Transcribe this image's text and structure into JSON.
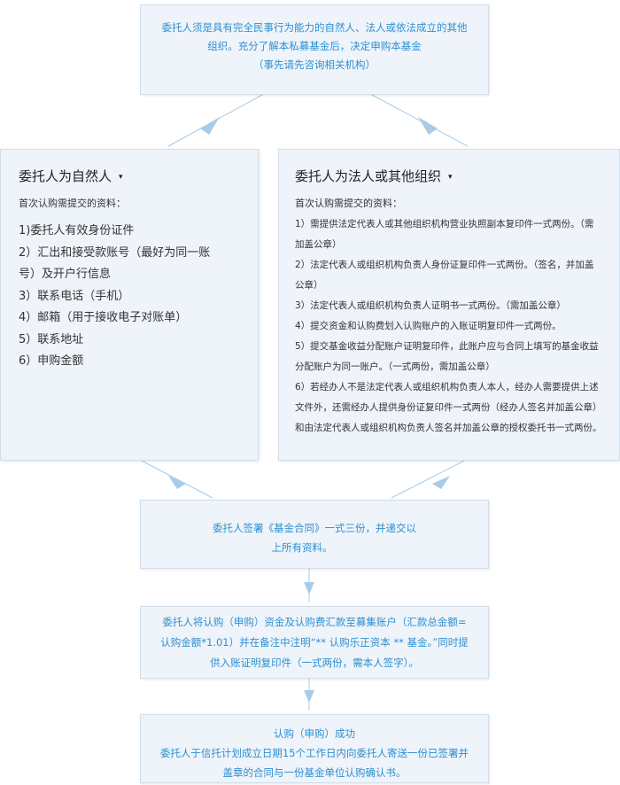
{
  "top_box": {
    "lines": [
      "委托人须是具有完全民事行为能力的自然人、法人或依法成立的其他",
      "组织。充分了解本私募基金后，决定申购本基金",
      "（事先请先咨询相关机构）"
    ]
  },
  "natural_person": {
    "title": "委托人为自然人",
    "caret": "▾",
    "intro": "首次认购需提交的资料：",
    "items": [
      "1)委托人有效身份证件",
      "2）汇出和接受款账号（最好为同一账",
      "号）及开户行信息",
      "3）联系电话（手机）",
      "4）邮箱（用于接收电子对账单）",
      "5）联系地址",
      "6）申购金额"
    ]
  },
  "legal_entity": {
    "title": "委托人为法人或其他组织",
    "caret": "▾",
    "intro": "首次认购需提交的资料：",
    "items": [
      "1）需提供法定代表人或其他组织机构营业执照副本复印件一式两份。（需",
      "加盖公章）",
      "2）法定代表人或组织机构负责人身份证复印件一式两份。（签名，并加盖",
      "公章）",
      "3）法定代表人或组织机构负责人证明书一式两份。（需加盖公章）",
      "4）提交资金和认购费划入认购账户的入账证明复印件一式两份。",
      "5）提交基金收益分配账户证明复印件，此账户应与合同上填写的基金收益",
      "分配账户为同一账户。（一式两份，需加盖公章）",
      "6）若经办人不是法定代表人或组织机构负责人本人，经办人需要提供上述",
      "文件外，还需经办人提供身份证复印件一式两份（经办人签名并加盖公章）",
      "和由法定代表人或组织机构负责人签名并加盖公章的授权委托书一式两份。"
    ]
  },
  "sign_box": {
    "lines": [
      "委托人签署《基金合同》一式三份，并递交以",
      "上所有资料。"
    ]
  },
  "payment_box": {
    "lines": [
      "委托人将认购（申购）资金及认购费汇款至募集账户（汇款总金额=",
      "认购金额*1.01）并在备注中注明“** 认购乐正资本 ** 基金。”同时提",
      "供入账证明复印件（一式两份，需本人签字）。"
    ]
  },
  "success_box": {
    "lines": [
      "认购（申购）成功",
      "委托人于信托计划成立日期15个工作日内向委托人寄送一份已签署并",
      "盖章的合同与一份基金单位认购确认书。"
    ]
  },
  "colors": {
    "box_fill": "#eef4fa",
    "box_border": "#d2deea",
    "arrow": "#a8cbe8",
    "accent_text": "#2f8fd0"
  }
}
